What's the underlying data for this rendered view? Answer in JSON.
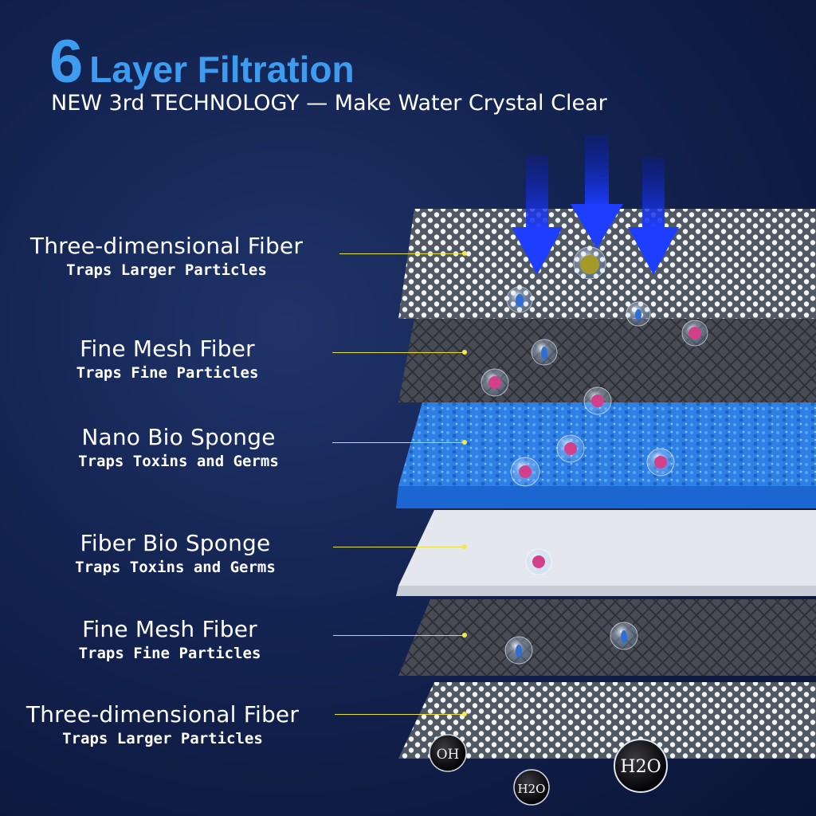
{
  "header": {
    "number": "6",
    "title": "Layer Filtration",
    "subtitle": "NEW 3rd TECHNOLOGY — Make Water Crystal Clear"
  },
  "layers": [
    {
      "name": "Three-dimensional Fiber",
      "desc": "Traps Larger Particles"
    },
    {
      "name": "Fine Mesh Fiber",
      "desc": "Traps Fine Particles"
    },
    {
      "name": "Nano Bio Sponge",
      "desc": "Traps Toxins and Germs"
    },
    {
      "name": "Fiber Bio Sponge",
      "desc": "Traps Toxins and Germs"
    },
    {
      "name": "Fine Mesh Fiber",
      "desc": "Traps Fine Particles"
    },
    {
      "name": "Three-dimensional Fiber",
      "desc": "Traps Larger Particles"
    }
  ],
  "molecules": {
    "h2o": "H2O",
    "oh": "OH"
  },
  "colors": {
    "accent": "#3d9bf0",
    "leader": "#e8df3a",
    "arrow": "#1a3cff",
    "sponge": "#1f72d8",
    "white_sponge": "#e9edf2",
    "mesh": "#3a3d44"
  }
}
